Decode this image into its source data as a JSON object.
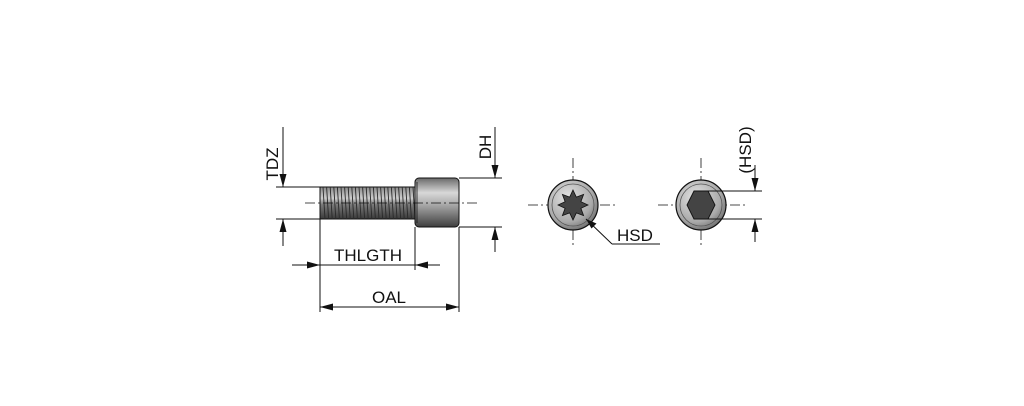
{
  "labels": {
    "tdz": "TDZ",
    "dh": "DH",
    "thlgth": "THLGTH",
    "oal": "OAL",
    "hsd": "HSD",
    "hsd_paren": "(HSD)"
  },
  "colors": {
    "line": "#111111",
    "body": "#6e6e6e",
    "body_light": "#9a9a9a",
    "background": "#ffffff"
  },
  "icons": {
    "drive_torx": "torx-star-drive",
    "drive_hex": "hexagon-socket-drive"
  }
}
